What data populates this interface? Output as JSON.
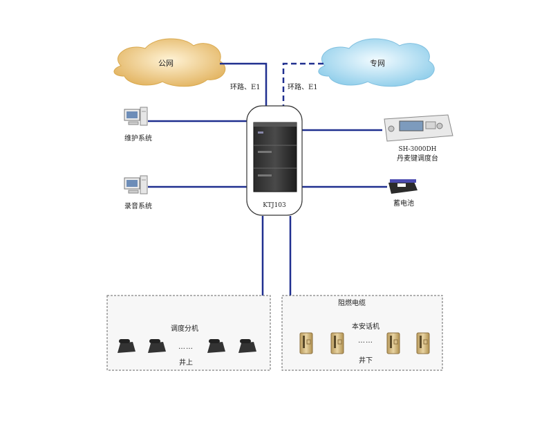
{
  "cloud_public": "公网",
  "cloud_private": "专网",
  "link_public": "环路、E1",
  "link_private": "环路、E1",
  "switch_label": "KTJ103",
  "maintenance_system": "维护系统",
  "recording_system": "录音系统",
  "console_model": "SH-3000DH",
  "console_name": "丹麦键调度台",
  "battery": "蓄电池",
  "surface_group": {
    "phones_label": "调度分机",
    "dots": "……",
    "area": "井上"
  },
  "underground_group": {
    "cable": "阻燃电缆",
    "phones_label": "本安话机",
    "dots": "……",
    "area": "井下"
  },
  "colors": {
    "line": "#1f2f8f",
    "cloud_public": "#e9c27a",
    "cloud_private": "#9fd6ef"
  }
}
